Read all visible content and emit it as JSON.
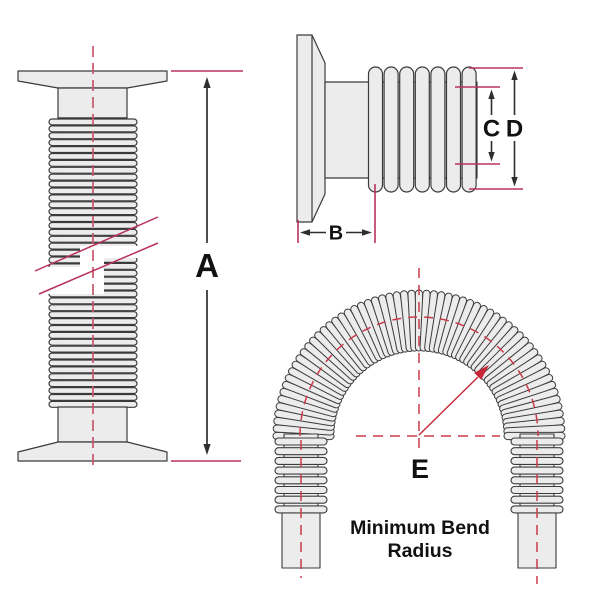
{
  "title": "Flexible bellows hose dimension diagram",
  "colors": {
    "outline": "#3b3b3b",
    "part_fill": "#ececec",
    "dim_line": "#b8325a",
    "centerline": "#c9556a",
    "bend_dash": "#cc3a4a",
    "bend_arrow": "#c62839",
    "dim_arrow": "#2e2e2e",
    "text": "#111111"
  },
  "front_view": {
    "label_a": "A"
  },
  "side_view": {
    "label_b": "B",
    "label_c": "C",
    "label_d": "D"
  },
  "bend_view": {
    "label_e": "E",
    "caption_line1": "Minimum Bend",
    "caption_line2": "Radius"
  }
}
